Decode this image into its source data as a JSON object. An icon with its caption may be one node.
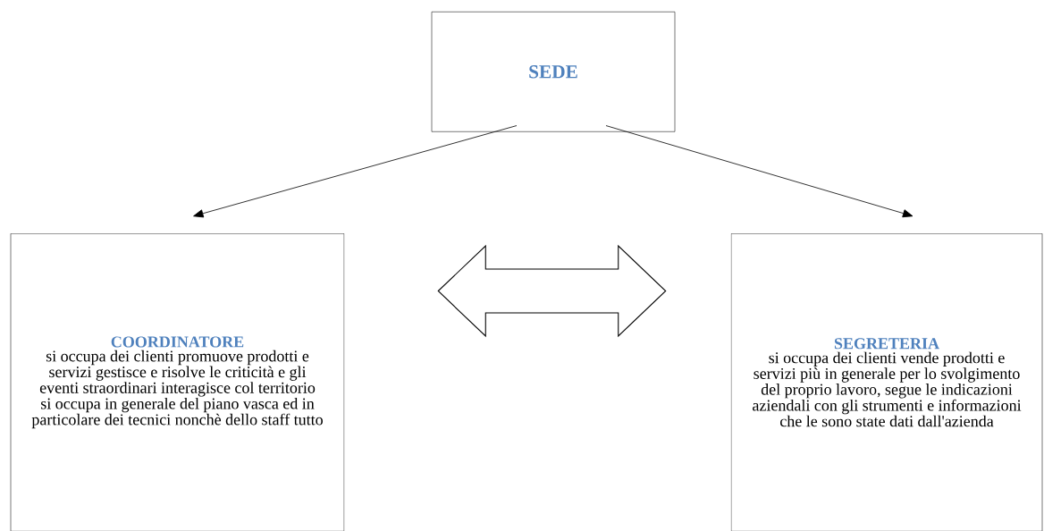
{
  "diagram": {
    "nodes": [
      {
        "text": [
          "SEDE"
        ]
      },
      {
        "text": [
          "COORDINATORE",
          "si occupa dei clienti promuove prodotti e servizi gestisce e risolve le criticità e gli eventi straordinari interagisce col territorio si occupa in generale del piano vasca ed in particolare dei tecnici nonchè dello staff tutto"
        ]
      },
      {
        "text": [
          "SEGRETERIA",
          "si occupa dei clienti vende prodotti e servizi più in generale per lo svolgimento del proprio lavoro, segue le indicazioni aziendali con gli strumenti e informazioni che le sono state dati dall'azienda"
        ]
      }
    ],
    "edges": [
      {
        "from": 0,
        "to": 1,
        "arrow": "to"
      },
      {
        "from": 0,
        "to": 2,
        "arrow": "to"
      },
      {
        "from": 1,
        "to": 2,
        "arrow": "both",
        "style": "thick"
      }
    ]
  }
}
